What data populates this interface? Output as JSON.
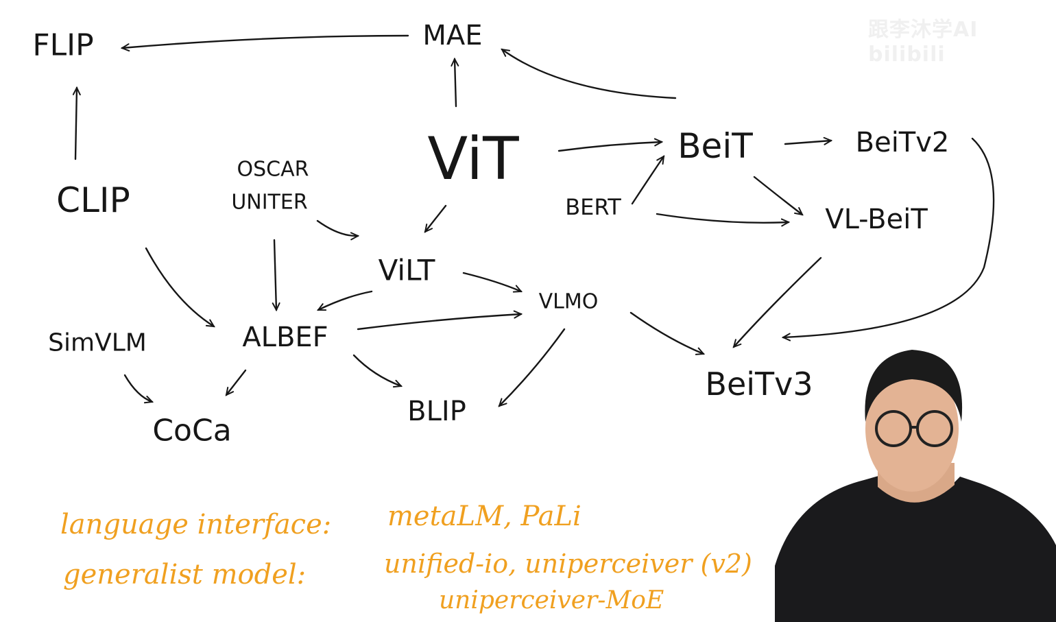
{
  "nodes": {
    "flip": "FLIP",
    "mae": "MAE",
    "beit": "BeiT",
    "beitv2": "BeiTv2",
    "vit": "ViT",
    "clip": "CLIP",
    "oscar": "OSCAR",
    "uniter": "UNITER",
    "bert": "BERT",
    "vl_beit": "VL-BeiT",
    "vilt": "ViLT",
    "vlmo": "VLMO",
    "simvlm": "SimVLM",
    "albef": "ALBEF",
    "beitv3": "BeiTv3",
    "coca": "CoCa",
    "blip": "BLIP"
  },
  "notes": {
    "line1_label": "language interface:",
    "line1_items": "metaLM, PaLi",
    "line2_label": "generalist model:",
    "line2_items": "unified-io, uniperceiver (v2)",
    "line3_items": "uniperceiver-MoE"
  },
  "watermark": "跟李沐学AI  bilibili",
  "colors": {
    "ink": "#161616",
    "note": "#f0a020",
    "background": "#ffffff"
  }
}
